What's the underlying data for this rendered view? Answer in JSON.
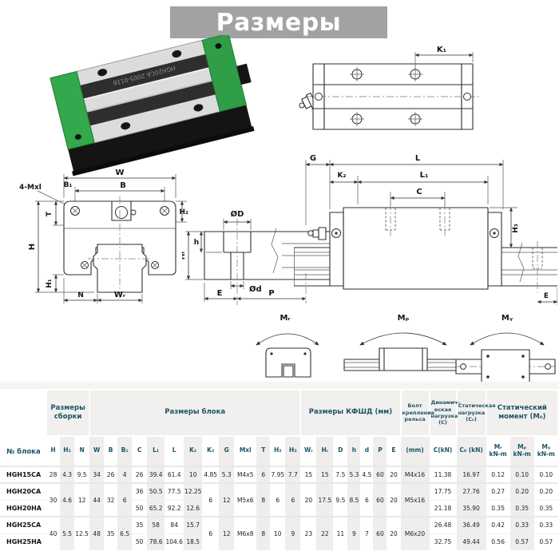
{
  "title": "Размеры",
  "colors": {
    "accent_green": "#33a84c",
    "banner_gray": "#a2a2a2",
    "header_text": "#1d5468"
  },
  "product": {
    "engraving": "HGH20CA 2005-0116"
  },
  "drawings": {
    "top_view": {
      "k1": "K₁"
    },
    "front_view": {
      "callout": "4-Mxl",
      "w": "W",
      "b1": "B₁",
      "b": "B",
      "h2": "H₂",
      "t": "T",
      "h": "H",
      "h1": "H₁",
      "n": "N",
      "wr": "Wᵣ"
    },
    "rail_section": {
      "hr": "Hᵣ",
      "od": "ØD",
      "h": "h",
      "od2": "Ød",
      "e": "E",
      "p": "P"
    },
    "side_view": {
      "g": "G",
      "l": "L",
      "k2": "K₂",
      "l1": "L₁",
      "c": "C",
      "h3": "H₃",
      "e": "E"
    },
    "moments": {
      "mr": "Mᵣ",
      "mp": "Mₚ",
      "my": "Mᵧ"
    }
  },
  "table": {
    "row_header": "№ блока",
    "groups": [
      {
        "label": "Размеры сборки",
        "span": 3
      },
      {
        "label": "Размеры блока",
        "span": 13
      },
      {
        "label": "Размеры КФШД (мм)",
        "span": 7
      },
      {
        "label": "Болт крепления рельса",
        "span": 1,
        "small": true
      },
      {
        "label": "Динамич-еская нагрузка (C)",
        "span": 1,
        "small": true
      },
      {
        "label": "Статическая нагрузка (C₀)",
        "span": 1,
        "small": true
      },
      {
        "label": "Статический момент (M₀)",
        "span": 3
      }
    ],
    "columns": [
      {
        "b": "H"
      },
      {
        "b": "H₁"
      },
      {
        "b": "N"
      },
      {
        "b": "W"
      },
      {
        "b": "B"
      },
      {
        "b": "B₁"
      },
      {
        "b": "C"
      },
      {
        "b": "L₁"
      },
      {
        "b": "L"
      },
      {
        "b": "K₁"
      },
      {
        "b": "K₂"
      },
      {
        "b": "G"
      },
      {
        "b": "Mxl"
      },
      {
        "b": "T"
      },
      {
        "b": "H₂"
      },
      {
        "b": "H₃"
      },
      {
        "b": "Wᵣ"
      },
      {
        "b": "Hᵣ"
      },
      {
        "b": "D"
      },
      {
        "b": "h"
      },
      {
        "b": "d"
      },
      {
        "b": "P"
      },
      {
        "b": "E"
      },
      {
        "b": "(mm)"
      },
      {
        "b": "C(kN)"
      },
      {
        "b": "C₀ (kN)"
      },
      {
        "b": "Mᵣ",
        "u": "kN-m"
      },
      {
        "b": "Mₚ",
        "u": "kN-m"
      },
      {
        "b": "Mᵧ",
        "u": "kN-m"
      }
    ],
    "rows": [
      {
        "block": "HGH15CA",
        "first": true,
        "cells": [
          {
            "v": "28"
          },
          {
            "v": "4.3"
          },
          {
            "v": "9.5"
          },
          {
            "v": "34"
          },
          {
            "v": "26"
          },
          {
            "v": "4"
          },
          {
            "v": "26"
          },
          {
            "v": "39.4"
          },
          {
            "v": "61.4"
          },
          {
            "v": "10"
          },
          {
            "v": "4.85"
          },
          {
            "v": "5.3"
          },
          {
            "v": "M4x5"
          },
          {
            "v": "6"
          },
          {
            "v": "7.95"
          },
          {
            "v": "7.7"
          },
          {
            "v": "15"
          },
          {
            "v": "15"
          },
          {
            "v": "7.5"
          },
          {
            "v": "5.3"
          },
          {
            "v": "4.5"
          },
          {
            "v": "60"
          },
          {
            "v": "20"
          },
          {
            "v": "M4x16"
          },
          {
            "v": "11.38"
          },
          {
            "v": "16.97"
          },
          {
            "v": "0.12"
          },
          {
            "v": "0.10"
          },
          {
            "v": "0.10"
          }
        ]
      },
      {
        "block": "HGH20CA",
        "first": true,
        "cells": [
          {
            "v": "30",
            "rs": 2
          },
          {
            "v": "4.6",
            "rs": 2
          },
          {
            "v": "12",
            "rs": 2
          },
          {
            "v": "44",
            "rs": 2
          },
          {
            "v": "32",
            "rs": 2
          },
          {
            "v": "6",
            "rs": 2
          },
          {
            "v": "36"
          },
          {
            "v": "50.5"
          },
          {
            "v": "77.5"
          },
          {
            "v": "12.25"
          },
          {
            "v": "6",
            "rs": 2
          },
          {
            "v": "12",
            "rs": 2
          },
          {
            "v": "M5x6",
            "rs": 2
          },
          {
            "v": "8",
            "rs": 2
          },
          {
            "v": "6",
            "rs": 2
          },
          {
            "v": "6",
            "rs": 2
          },
          {
            "v": "20",
            "rs": 2
          },
          {
            "v": "17.5",
            "rs": 2
          },
          {
            "v": "9.5",
            "rs": 2
          },
          {
            "v": "8.5",
            "rs": 2
          },
          {
            "v": "6",
            "rs": 2
          },
          {
            "v": "60",
            "rs": 2
          },
          {
            "v": "20",
            "rs": 2
          },
          {
            "v": "M5x16",
            "rs": 2
          },
          {
            "v": "17.75"
          },
          {
            "v": "27.76"
          },
          {
            "v": "0.27"
          },
          {
            "v": "0.20"
          },
          {
            "v": "0.20"
          }
        ]
      },
      {
        "block": "HGH20HA",
        "cells": [
          {
            "v": "50"
          },
          {
            "v": "65.2"
          },
          {
            "v": "92.2"
          },
          {
            "v": "12.6"
          },
          {
            "v": "21.18"
          },
          {
            "v": "35.90"
          },
          {
            "v": "0.35"
          },
          {
            "v": "0.35"
          },
          {
            "v": "0.35"
          }
        ]
      },
      {
        "block": "HGH25CA",
        "first": true,
        "cells": [
          {
            "v": "40",
            "rs": 2
          },
          {
            "v": "5.5",
            "rs": 2
          },
          {
            "v": "12.5",
            "rs": 2
          },
          {
            "v": "48",
            "rs": 2
          },
          {
            "v": "35",
            "rs": 2
          },
          {
            "v": "6.5",
            "rs": 2
          },
          {
            "v": "35"
          },
          {
            "v": "58"
          },
          {
            "v": "84"
          },
          {
            "v": "15.7"
          },
          {
            "v": "6",
            "rs": 2
          },
          {
            "v": "12",
            "rs": 2
          },
          {
            "v": "M6x8",
            "rs": 2
          },
          {
            "v": "8",
            "rs": 2
          },
          {
            "v": "10",
            "rs": 2
          },
          {
            "v": "9",
            "rs": 2
          },
          {
            "v": "23",
            "rs": 2
          },
          {
            "v": "22",
            "rs": 2
          },
          {
            "v": "11",
            "rs": 2
          },
          {
            "v": "9",
            "rs": 2
          },
          {
            "v": "7",
            "rs": 2
          },
          {
            "v": "60",
            "rs": 2
          },
          {
            "v": "20",
            "rs": 2
          },
          {
            "v": "M6x20",
            "rs": 2
          },
          {
            "v": "26.48"
          },
          {
            "v": "36.49"
          },
          {
            "v": "0.42"
          },
          {
            "v": "0.33"
          },
          {
            "v": "0.33"
          }
        ]
      },
      {
        "block": "HGH25HA",
        "cells": [
          {
            "v": "50"
          },
          {
            "v": "78.6"
          },
          {
            "v": "104.6"
          },
          {
            "v": "18.5"
          },
          {
            "v": "32.75"
          },
          {
            "v": "49.44"
          },
          {
            "v": "0.56"
          },
          {
            "v": "0.57"
          },
          {
            "v": "0.57"
          }
        ]
      }
    ]
  }
}
